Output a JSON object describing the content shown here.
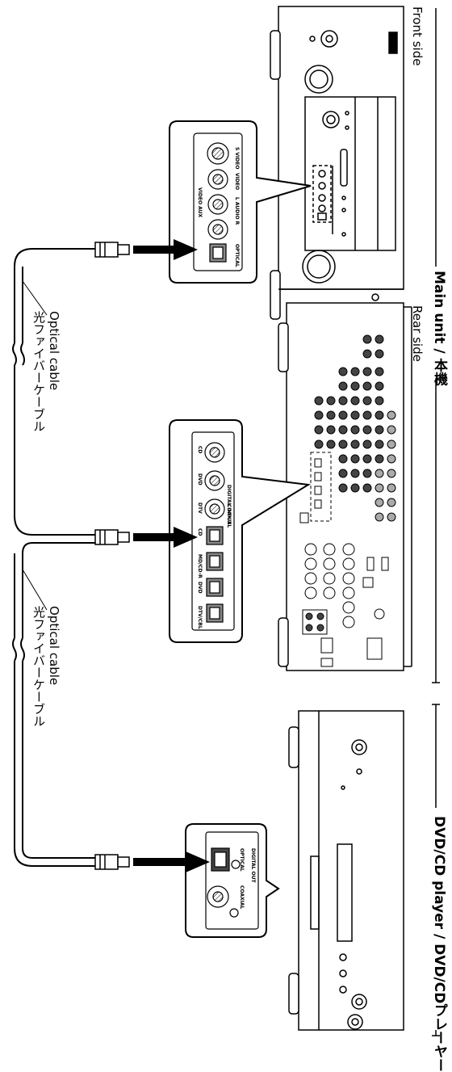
{
  "sections": {
    "main_unit": "Main unit / 本機",
    "dvd_player": "DVD/CD player / DVD/CDプレーヤー",
    "front_side": "Front side",
    "rear_side": "Rear side"
  },
  "cables": [
    {
      "en": "Optical cable",
      "jp": "光ファイバーケーブル"
    },
    {
      "en": "Optical cable",
      "jp": "光ファイバーケーブル"
    }
  ],
  "callouts": {
    "video_aux": {
      "title": "VIDEO AUX",
      "jacks": [
        "S VIDEO",
        "VIDEO",
        "L AUDIO R",
        "OPTICAL"
      ]
    },
    "digital_input": {
      "title": "DIGITAL INPUT",
      "jacks": [
        "CD",
        "DVD",
        "DTV",
        "COAXIAL",
        "CD",
        "MD/CD-R",
        "DVD",
        "DTV/CBL"
      ]
    },
    "digital_out": {
      "title": "DIGITAL OUT",
      "jacks": [
        "OPTICAL",
        "COAXIAL"
      ]
    }
  }
}
